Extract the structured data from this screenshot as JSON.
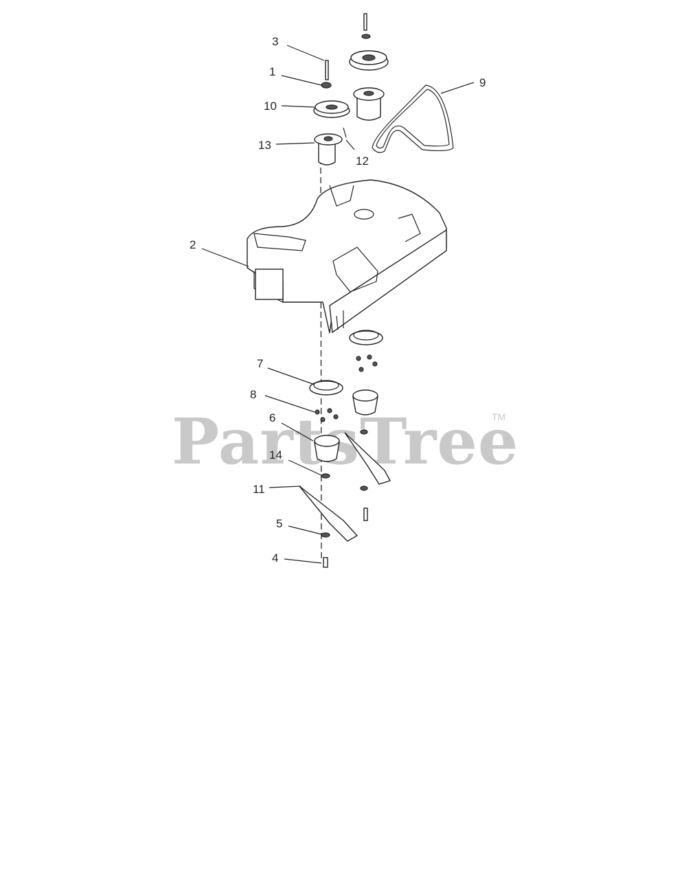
{
  "watermark": {
    "text": "PartsTree",
    "trademark": "TM"
  },
  "callouts": [
    {
      "label": "1",
      "part": "washer"
    },
    {
      "label": "2",
      "part": "deck-housing"
    },
    {
      "label": "3",
      "part": "bolt"
    },
    {
      "label": "4",
      "part": "blade-bolt"
    },
    {
      "label": "5",
      "part": "blade-washer"
    },
    {
      "label": "6",
      "part": "blade-adapter"
    },
    {
      "label": "7",
      "part": "spindle-bearing-plate"
    },
    {
      "label": "8",
      "part": "nut"
    },
    {
      "label": "9",
      "part": "drive-belt"
    },
    {
      "label": "10",
      "part": "pulley"
    },
    {
      "label": "11",
      "part": "mower-blade"
    },
    {
      "label": "12",
      "part": "key"
    },
    {
      "label": "13",
      "part": "spindle-housing"
    },
    {
      "label": "14",
      "part": "washer-lower"
    }
  ]
}
